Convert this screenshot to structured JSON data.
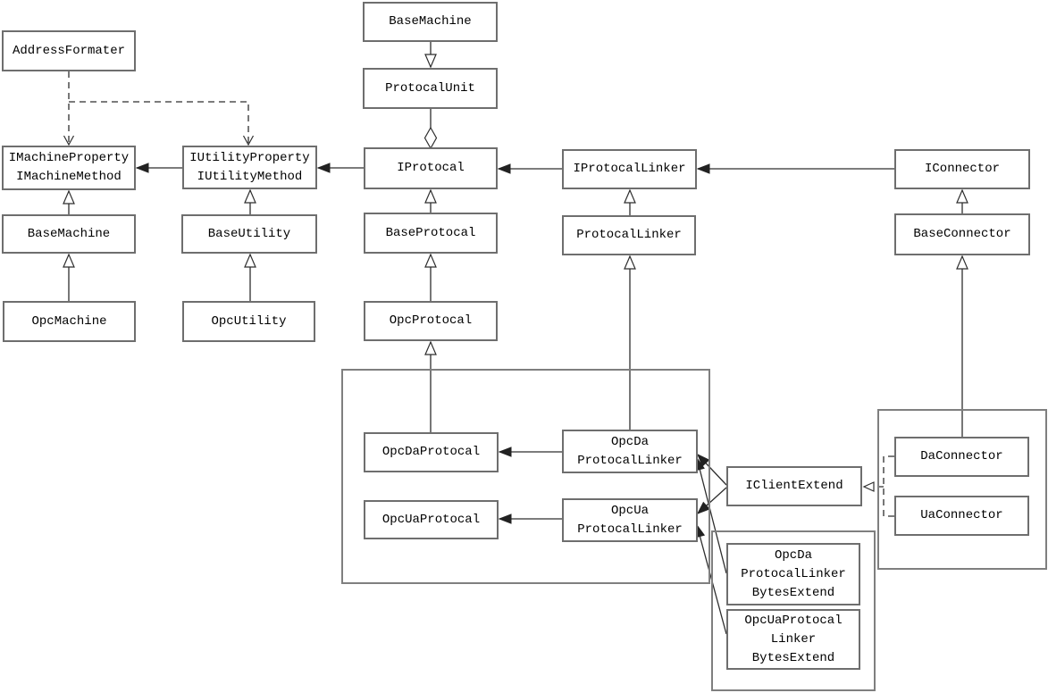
{
  "diagram": {
    "kind": "uml-class-diagram",
    "nodes": {
      "address_formater": {
        "label": "AddressFormater"
      },
      "imachine_interface": {
        "label": "IMachineProperty\nIMachineMethod"
      },
      "iutility_interface": {
        "label": "IUtilityProperty\nIUtilityMethod"
      },
      "base_machine_left": {
        "label": "BaseMachine"
      },
      "base_utility": {
        "label": "BaseUtility"
      },
      "opc_machine": {
        "label": "OpcMachine"
      },
      "opc_utility": {
        "label": "OpcUtility"
      },
      "base_machine_top": {
        "label": "BaseMachine"
      },
      "protocal_unit": {
        "label": "ProtocalUnit"
      },
      "iprotocal": {
        "label": "IProtocal"
      },
      "base_protocal": {
        "label": "BaseProtocal"
      },
      "opc_protocal": {
        "label": "OpcProtocal"
      },
      "iprotocal_linker": {
        "label": "IProtocalLinker"
      },
      "protocal_linker": {
        "label": "ProtocalLinker"
      },
      "iconnector": {
        "label": "IConnector"
      },
      "base_connector": {
        "label": "BaseConnector"
      },
      "opc_da_protocal": {
        "label": "OpcDaProtocal"
      },
      "opc_ua_protocal": {
        "label": "OpcUaProtocal"
      },
      "opc_da_linker": {
        "label": "OpcDa\nProtocalLinker"
      },
      "opc_ua_linker": {
        "label": "OpcUa\nProtocalLinker"
      },
      "iclient_extend": {
        "label": "IClientExtend"
      },
      "da_connector": {
        "label": "DaConnector"
      },
      "ua_connector": {
        "label": "UaConnector"
      },
      "opc_da_linker_bytes": {
        "label": "OpcDa\nProtocalLinker\nBytesExtend"
      },
      "opc_ua_linker_bytes": {
        "label": "OpcUaProtocal\nLinker\nBytesExtend"
      }
    },
    "edges": [
      {
        "from": "AddressFormater",
        "to": "IMachineProperty/IMachineMethod",
        "type": "dependency-dashed"
      },
      {
        "from": "AddressFormater",
        "to": "IUtilityProperty/IUtilityMethod",
        "type": "dependency-dashed"
      },
      {
        "from": "IUtilityProperty/IUtilityMethod",
        "to": "IMachineProperty/IMachineMethod",
        "type": "association"
      },
      {
        "from": "IProtocal",
        "to": "IUtilityProperty/IUtilityMethod",
        "type": "association"
      },
      {
        "from": "IProtocalLinker",
        "to": "IProtocal",
        "type": "association"
      },
      {
        "from": "IConnector",
        "to": "IProtocalLinker",
        "type": "association"
      },
      {
        "from": "OpcDa ProtocalLinker",
        "to": "OpcDaProtocal",
        "type": "association"
      },
      {
        "from": "OpcUa ProtocalLinker",
        "to": "OpcUaProtocal",
        "type": "association"
      },
      {
        "from": "IClientExtend",
        "to": "OpcDa ProtocalLinker",
        "type": "association"
      },
      {
        "from": "IClientExtend",
        "to": "OpcUa ProtocalLinker",
        "type": "association"
      },
      {
        "from": "OpcDa ProtocalLinker BytesExtend",
        "to": "OpcDa ProtocalLinker",
        "type": "association"
      },
      {
        "from": "OpcUaProtocal Linker BytesExtend",
        "to": "OpcUa ProtocalLinker",
        "type": "association"
      },
      {
        "from": "BaseMachine (left)",
        "to": "IMachineProperty/IMachineMethod",
        "type": "generalization"
      },
      {
        "from": "OpcMachine",
        "to": "BaseMachine (left)",
        "type": "generalization"
      },
      {
        "from": "BaseUtility",
        "to": "IUtilityProperty/IUtilityMethod",
        "type": "generalization"
      },
      {
        "from": "OpcUtility",
        "to": "BaseUtility",
        "type": "generalization"
      },
      {
        "from": "BaseProtocal",
        "to": "IProtocal",
        "type": "generalization"
      },
      {
        "from": "OpcProtocal",
        "to": "BaseProtocal",
        "type": "generalization"
      },
      {
        "from": "OpcDaProtocal group",
        "to": "OpcProtocal",
        "type": "generalization"
      },
      {
        "from": "ProtocalLinker",
        "to": "IProtocalLinker",
        "type": "generalization"
      },
      {
        "from": "OpcDa ProtocalLinker group",
        "to": "ProtocalLinker",
        "type": "generalization"
      },
      {
        "from": "BaseConnector",
        "to": "IConnector",
        "type": "generalization"
      },
      {
        "from": "DaConnector group",
        "to": "BaseConnector",
        "type": "generalization"
      },
      {
        "from": "BaseMachine (top)",
        "to": "ProtocalUnit",
        "type": "generalization-down"
      },
      {
        "from": "ProtocalUnit",
        "to": "IProtocal",
        "type": "aggregation"
      },
      {
        "from": "DaConnector",
        "to": "IClientExtend",
        "type": "realization-dashed"
      },
      {
        "from": "UaConnector",
        "to": "IClientExtend",
        "type": "realization-dashed"
      }
    ]
  }
}
